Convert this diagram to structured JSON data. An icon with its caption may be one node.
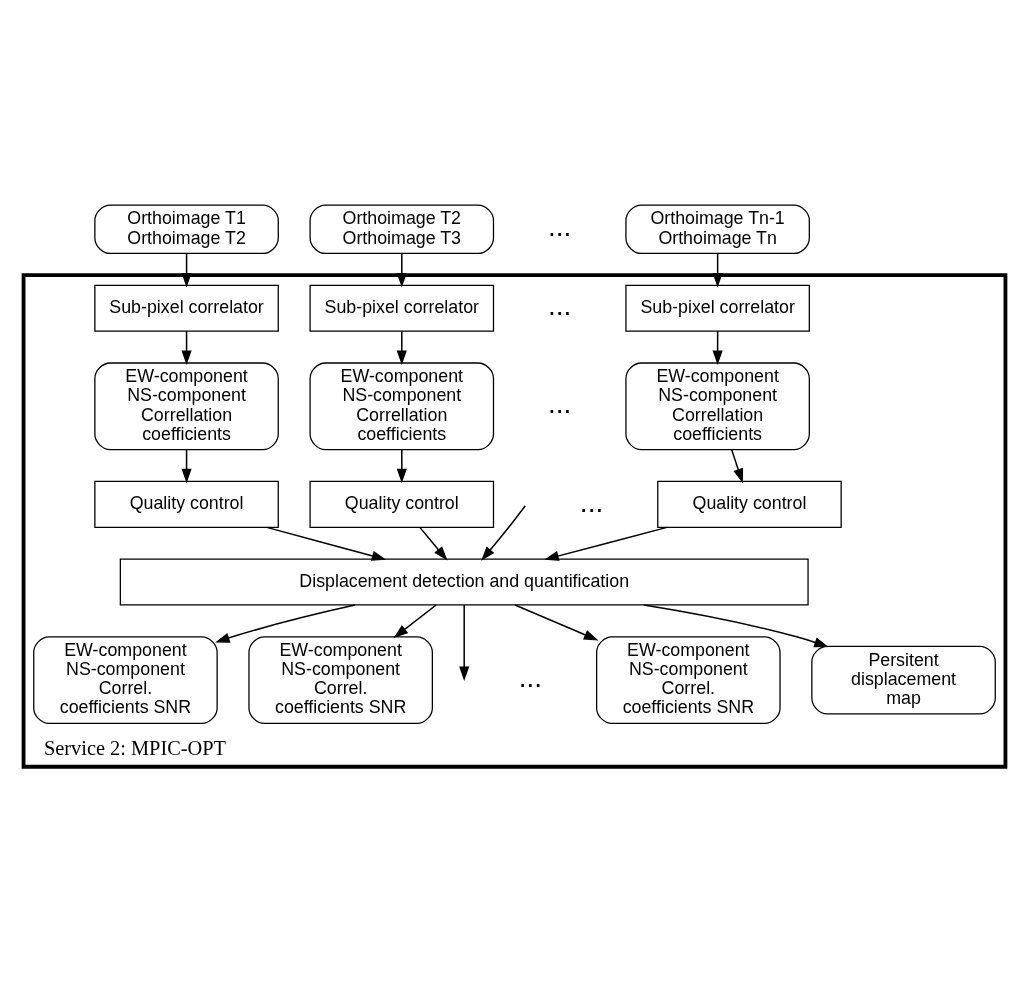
{
  "diagram": {
    "nodes": [
      {
        "text": [
          "Orthoimage T1 Orthoimage T2"
        ]
      },
      {
        "text": [
          "Orthoimage T2 Orthoimage T3"
        ]
      },
      {
        "text": [
          "Orthoimage Tn-1 Orthoimage Tn"
        ]
      },
      {
        "text": [
          "Service 2: MPIC-OPT"
        ]
      },
      {
        "text": [
          "Sub-pixel correlator"
        ],
        "in": 3
      },
      {
        "text": [
          "Sub-pixel correlator"
        ],
        "in": 3
      },
      {
        "text": [
          "Sub-pixel correlator"
        ],
        "in": 3
      },
      {
        "text": [
          "EW-component NS-component Correllation coefficients"
        ],
        "in": 3
      },
      {
        "text": [
          "EW-component NS-component Correllation coefficients"
        ],
        "in": 3
      },
      {
        "text": [
          "EW-component NS-component Correllation coefficients"
        ],
        "in": 3
      },
      {
        "text": [
          "Quality control"
        ],
        "in": 3
      },
      {
        "text": [
          "Quality control"
        ],
        "in": 3
      },
      {
        "text": [
          "Quality control"
        ],
        "in": 3
      },
      {
        "text": [
          "Displacement detection and quantification"
        ],
        "in": 3
      },
      {
        "text": [
          "EW-component NS-component Correl. coefficients SNR"
        ],
        "in": 3
      },
      {
        "text": [
          "EW-component NS-component Correl. coefficients SNR"
        ],
        "in": 3
      },
      {
        "text": [
          "EW-component NS-component Correl. coefficients SNR"
        ],
        "in": 3
      },
      {
        "text": [
          "Persitent displacement map"
        ],
        "in": 3
      }
    ],
    "edges": [
      {
        "from": 0,
        "to": 4,
        "arrow": "to"
      },
      {
        "from": 1,
        "to": 5,
        "arrow": "to"
      },
      {
        "from": 2,
        "to": 6,
        "arrow": "to"
      },
      {
        "from": 4,
        "to": 7,
        "arrow": "to"
      },
      {
        "from": 5,
        "to": 8,
        "arrow": "to"
      },
      {
        "from": 6,
        "to": 9,
        "arrow": "to"
      },
      {
        "from": 7,
        "to": 10,
        "arrow": "to"
      },
      {
        "from": 8,
        "to": 11,
        "arrow": "to"
      },
      {
        "from": 9,
        "to": 12,
        "arrow": "to"
      },
      {
        "from": 10,
        "to": 13,
        "arrow": "to"
      },
      {
        "from": 11,
        "to": 13,
        "arrow": "to"
      },
      {
        "from": 13,
        "to": null,
        "arrow": "to"
      },
      {
        "from": 12,
        "to": 13,
        "arrow": "to"
      },
      {
        "from": 13,
        "to": 14,
        "arrow": "to"
      },
      {
        "from": 13,
        "to": 15,
        "arrow": "to"
      },
      {
        "from": null,
        "to": 13,
        "arrow": "to"
      },
      {
        "from": 13,
        "to": 16,
        "arrow": "to"
      },
      {
        "from": 13,
        "to": 17,
        "arrow": "to"
      }
    ],
    "labels": [
      "...",
      "...",
      "...",
      "...",
      "..."
    ]
  }
}
